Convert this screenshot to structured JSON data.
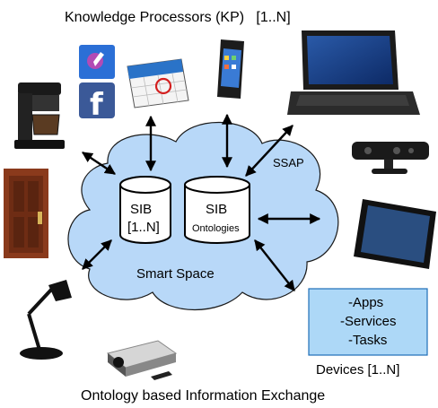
{
  "title": "Knowledge Processors (KP)   [1..N]",
  "caption": "Ontology based Information Exchange",
  "cloud_label": "Smart Space",
  "ssap_label": "SSAP",
  "sib_left": {
    "line1": "SIB",
    "line2": "[1..N]"
  },
  "sib_right": {
    "line1": "SIB",
    "line2": "Ontologies"
  },
  "devices_box": {
    "items": [
      "-Apps",
      "-Services",
      "-Tasks"
    ]
  },
  "devices_label": "Devices [1..N]",
  "colors": {
    "cloud": "#b8d8f8",
    "cloud_stroke": "#1a1a1a",
    "box_fill": "#add8f7",
    "box_stroke": "#1e6fb8"
  },
  "icons": [
    "coffee-maker-icon",
    "foursquare-icon",
    "facebook-icon",
    "calendar-icon",
    "smartphone-icon",
    "laptop-icon",
    "kinect-sensor-icon",
    "tablet-icon",
    "door-icon",
    "desk-lamp-icon",
    "projector-icon"
  ]
}
